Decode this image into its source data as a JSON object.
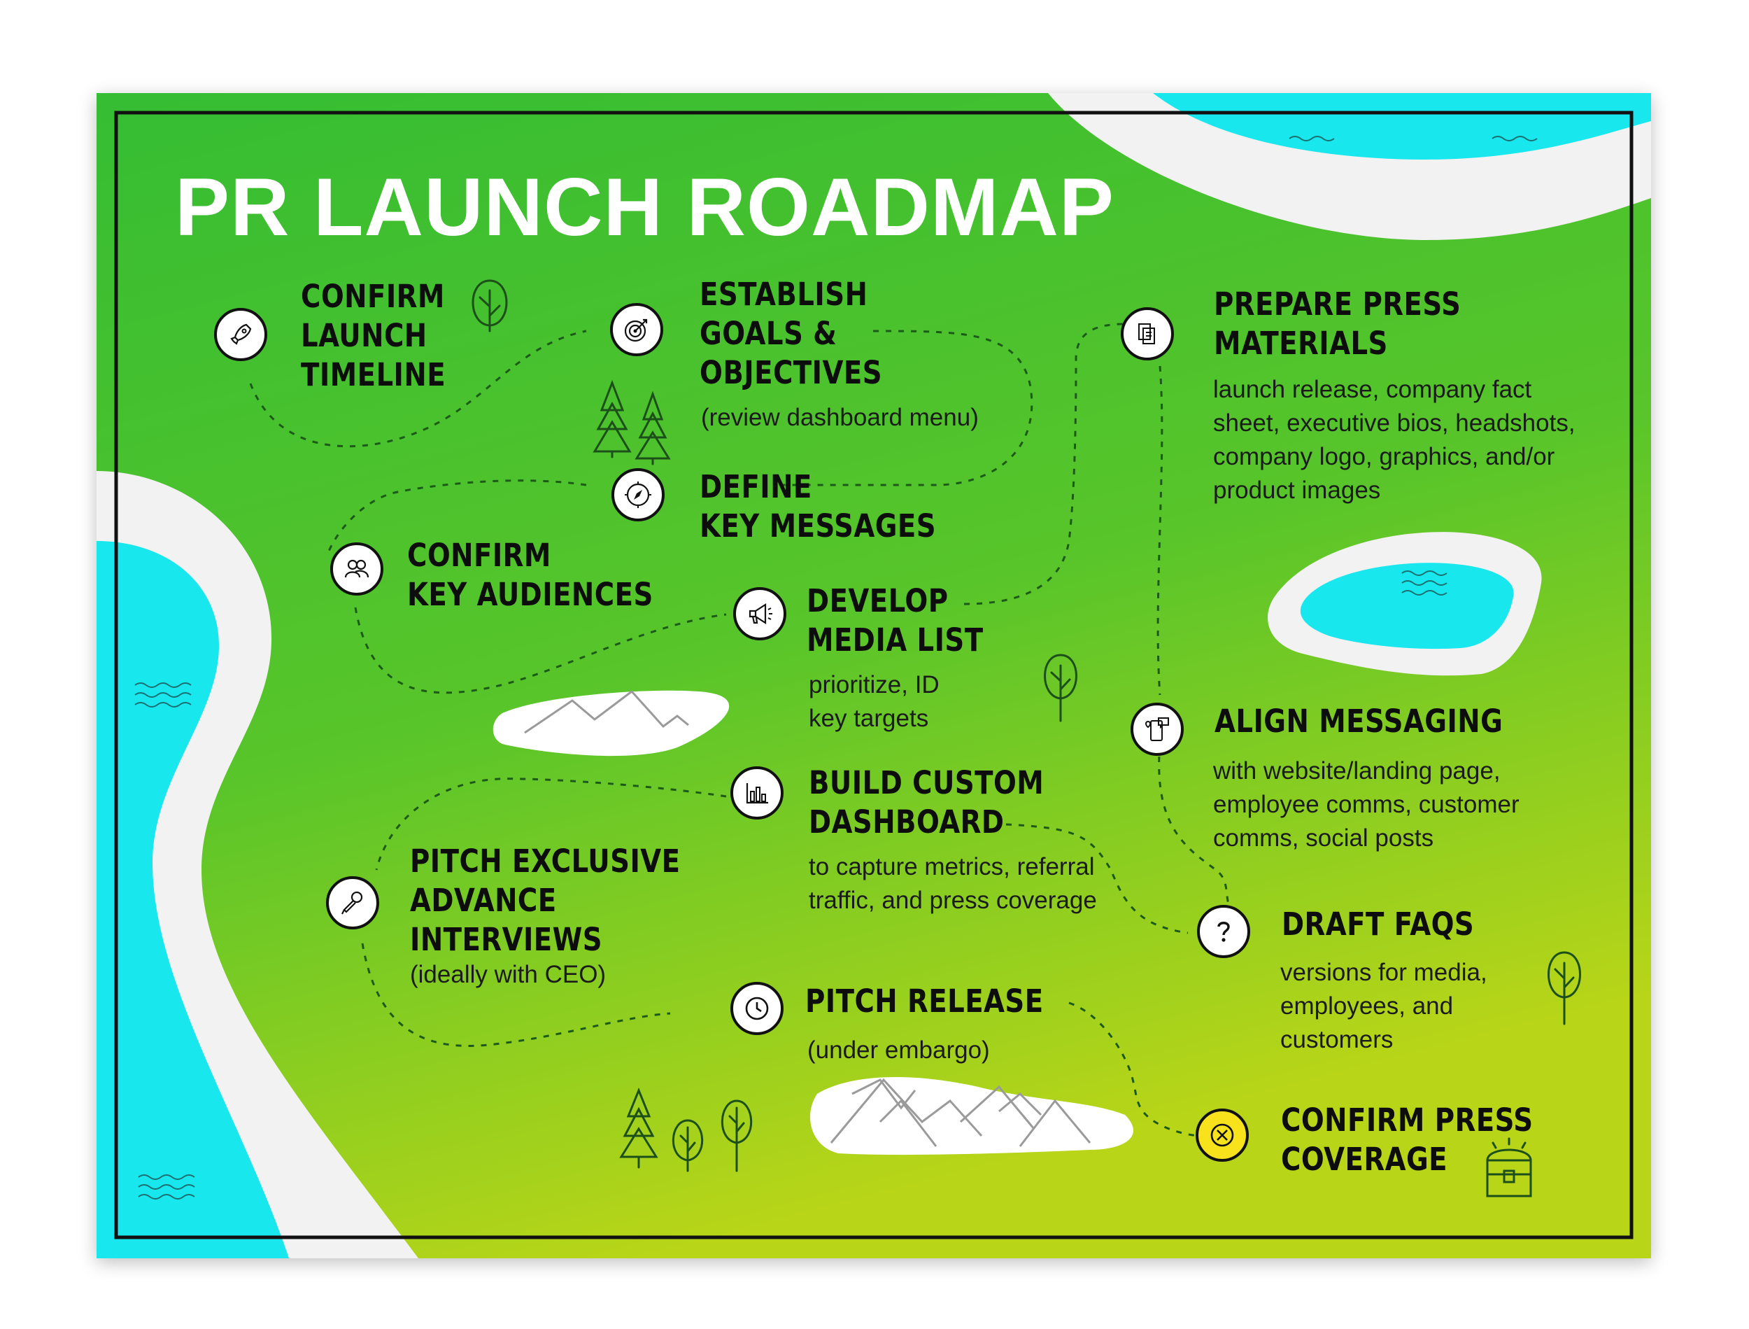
{
  "title": "PR LAUNCH ROADMAP",
  "steps": [
    {
      "key": "confirm-launch-timeline",
      "head": [
        "CONFIRM",
        "LAUNCH",
        "TIMELINE"
      ],
      "desc": [],
      "icon": "rocket-icon"
    },
    {
      "key": "establish-goals",
      "head": [
        "ESTABLISH",
        "GOALS &",
        "OBJECTIVES"
      ],
      "desc": [
        "(review dashboard menu)"
      ],
      "icon": "target-icon"
    },
    {
      "key": "define-key-messages",
      "head": [
        "DEFINE",
        "KEY MESSAGES"
      ],
      "desc": [],
      "icon": "compass-icon"
    },
    {
      "key": "confirm-key-audiences",
      "head": [
        "CONFIRM",
        "KEY AUDIENCES"
      ],
      "desc": [],
      "icon": "people-icon"
    },
    {
      "key": "develop-media-list",
      "head": [
        "DEVELOP",
        "MEDIA LIST"
      ],
      "desc": [
        "prioritize, ID",
        "key targets"
      ],
      "icon": "megaphone-icon"
    },
    {
      "key": "build-custom-dashboard",
      "head": [
        "BUILD CUSTOM",
        "DASHBOARD"
      ],
      "desc": [
        "to capture metrics, referral",
        "traffic, and press coverage"
      ],
      "icon": "bar-chart-icon"
    },
    {
      "key": "pitch-exclusive-interviews",
      "head": [
        "PITCH EXCLUSIVE",
        "ADVANCE",
        "INTERVIEWS"
      ],
      "desc": [
        "(ideally with CEO)"
      ],
      "icon": "microphone-icon"
    },
    {
      "key": "pitch-release",
      "head": [
        "PITCH RELEASE"
      ],
      "desc": [
        "(under embargo)"
      ],
      "icon": "clock-icon"
    },
    {
      "key": "prepare-press-materials",
      "head": [
        "PREPARE PRESS",
        "MATERIALS"
      ],
      "desc": [
        "launch release, company fact",
        "sheet, executive bios, headshots,",
        "company logo, graphics, and/or",
        "product images"
      ],
      "icon": "documents-icon"
    },
    {
      "key": "align-messaging",
      "head": [
        "ALIGN MESSAGING"
      ],
      "desc": [
        "with website/landing page,",
        "employee comms, customer",
        "comms, social posts"
      ],
      "icon": "phone-chat-icon"
    },
    {
      "key": "draft-faqs",
      "head": [
        "DRAFT FAQS"
      ],
      "desc": [
        "versions for media,",
        "employees, and",
        "customers"
      ],
      "icon": "question-icon"
    },
    {
      "key": "confirm-press-coverage",
      "head": [
        "CONFIRM PRESS",
        "COVERAGE"
      ],
      "desc": [],
      "icon": "x-mark-icon"
    }
  ],
  "colors": {
    "green_top": "#3dbd30",
    "green_bottom": "#b2d41a",
    "water": "#19e7ee",
    "shore": "#f3f3f3",
    "ink": "#111111",
    "dash": "#1d5a1a",
    "finish": "#f7e21b"
  }
}
